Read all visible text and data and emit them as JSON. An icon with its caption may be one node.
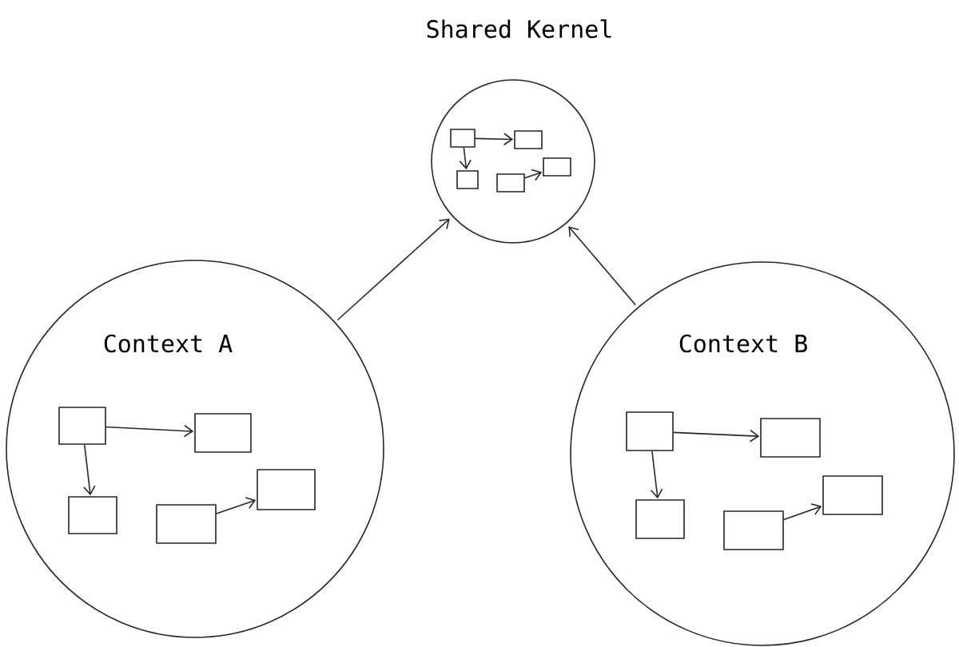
{
  "diagram": {
    "nodes": [
      {
        "text": [
          "Shared Kernel"
        ]
      },
      {
        "text": [],
        "shape": "box",
        "in": 0
      },
      {
        "text": [],
        "shape": "box",
        "in": 0
      },
      {
        "text": [],
        "shape": "box",
        "in": 0
      },
      {
        "text": [],
        "shape": "box",
        "in": 0
      },
      {
        "text": [],
        "shape": "box",
        "in": 0
      },
      {
        "text": [
          "Context A"
        ]
      },
      {
        "text": [],
        "shape": "box",
        "in": 6
      },
      {
        "text": [],
        "shape": "box",
        "in": 6
      },
      {
        "text": [],
        "shape": "box",
        "in": 6
      },
      {
        "text": [],
        "shape": "box",
        "in": 6
      },
      {
        "text": [],
        "shape": "box",
        "in": 6
      },
      {
        "text": [
          "Context B"
        ]
      },
      {
        "text": [],
        "shape": "box",
        "in": 12
      },
      {
        "text": [],
        "shape": "box",
        "in": 12
      },
      {
        "text": [],
        "shape": "box",
        "in": 12
      },
      {
        "text": [],
        "shape": "box",
        "in": 12
      },
      {
        "text": [],
        "shape": "box",
        "in": 12
      }
    ],
    "edges": [
      {
        "from": 1,
        "to": 2,
        "arrow": "to"
      },
      {
        "from": 1,
        "to": 3,
        "arrow": "to"
      },
      {
        "from": 4,
        "to": 5,
        "arrow": "to"
      },
      {
        "from": 7,
        "to": 8,
        "arrow": "to"
      },
      {
        "from": 7,
        "to": 9,
        "arrow": "to"
      },
      {
        "from": 10,
        "to": 11,
        "arrow": "to"
      },
      {
        "from": 13,
        "to": 14,
        "arrow": "to"
      },
      {
        "from": 13,
        "to": 15,
        "arrow": "to"
      },
      {
        "from": 16,
        "to": 17,
        "arrow": "to"
      },
      {
        "from": 6,
        "to": 0,
        "arrow": "to"
      },
      {
        "from": 12,
        "to": 0,
        "arrow": "to"
      }
    ]
  }
}
